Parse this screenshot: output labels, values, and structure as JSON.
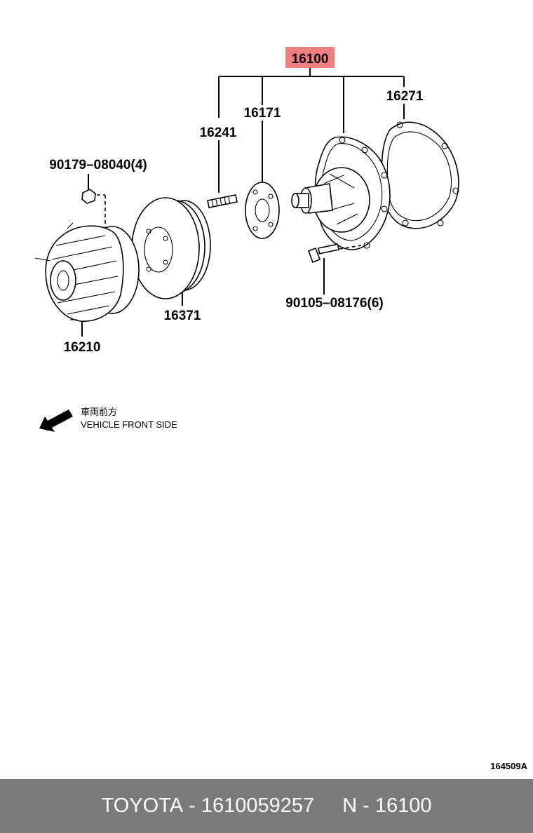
{
  "diagram": {
    "main_part": "16100",
    "highlight_color": "#f08080",
    "labels": {
      "p16271": "16271",
      "p16171": "16171",
      "p16241": "16241",
      "p90179": "90179–08040(4)",
      "p90105": "90105–08176(6)",
      "p16371": "16371",
      "p16210": "16210"
    },
    "direction_jp": "車両前方",
    "direction_en": "VEHICLE FRONT SIDE",
    "figure_code": "164509A"
  },
  "footer": {
    "brand": "TOYOTA",
    "part_number": "1610059257",
    "ref": "N - 16100",
    "background": "#7a7a7a"
  }
}
